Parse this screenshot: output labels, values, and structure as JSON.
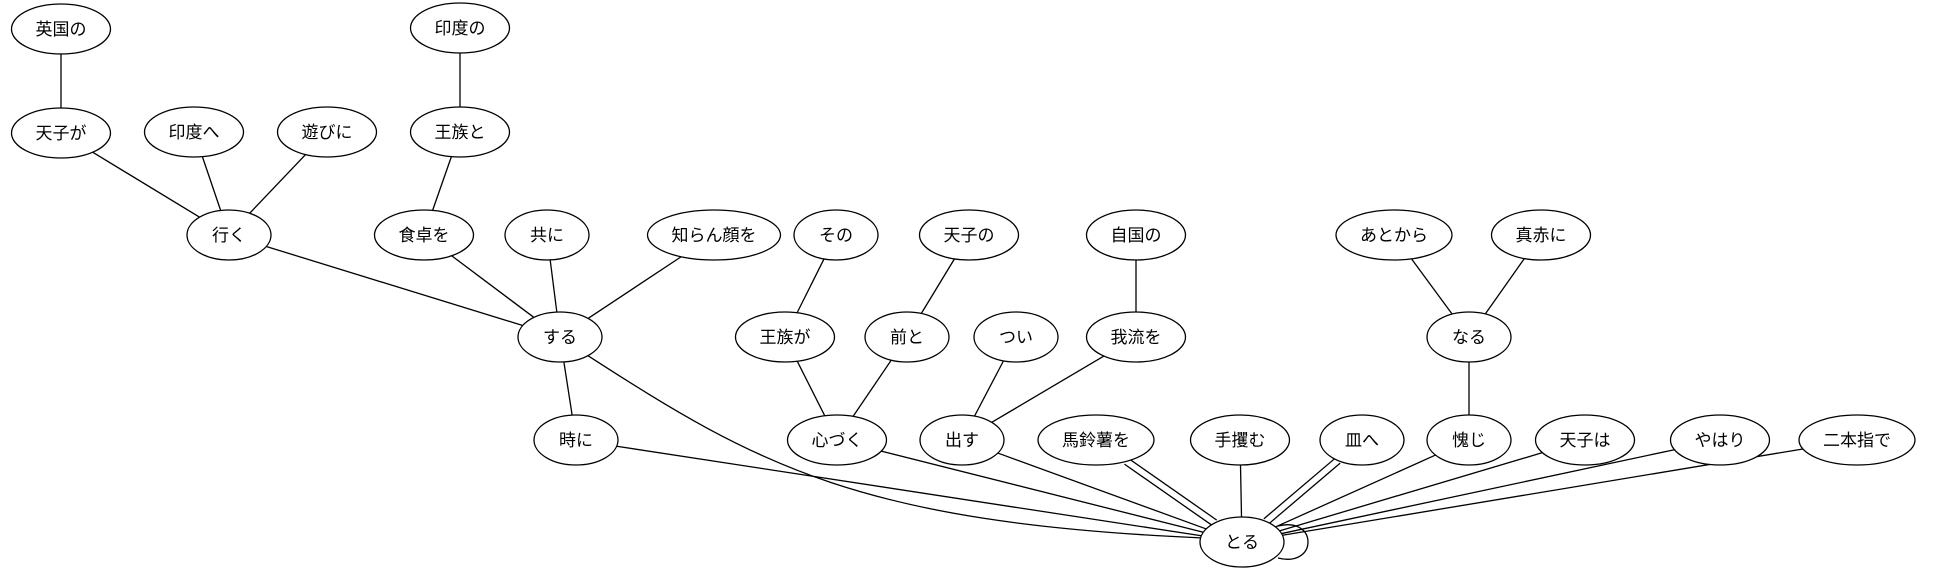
{
  "nodes": [
    {
      "id": "n_eikoku",
      "label": "英国の"
    },
    {
      "id": "n_indo_no_1",
      "label": "印度の"
    },
    {
      "id": "n_tenshi_ga",
      "label": "天子が"
    },
    {
      "id": "n_indo_e",
      "label": "印度へ"
    },
    {
      "id": "n_asobi",
      "label": "遊びに"
    },
    {
      "id": "n_outozoku_to",
      "label": "王族と"
    },
    {
      "id": "n_iku",
      "label": "行く"
    },
    {
      "id": "n_shokutaku",
      "label": "食卓を"
    },
    {
      "id": "n_tomo",
      "label": "共に"
    },
    {
      "id": "n_shiran",
      "label": "知らん顔を"
    },
    {
      "id": "n_sono",
      "label": "その"
    },
    {
      "id": "n_tenshi_no",
      "label": "天子の"
    },
    {
      "id": "n_jikoku",
      "label": "自国の"
    },
    {
      "id": "n_atokara",
      "label": "あとから"
    },
    {
      "id": "n_makka",
      "label": "真赤に"
    },
    {
      "id": "n_suru",
      "label": "する"
    },
    {
      "id": "n_outozoku_ga",
      "label": "王族が"
    },
    {
      "id": "n_mae",
      "label": "前と"
    },
    {
      "id": "n_tsui",
      "label": "つい"
    },
    {
      "id": "n_garyu",
      "label": "我流を"
    },
    {
      "id": "n_naru",
      "label": "なる"
    },
    {
      "id": "n_toki",
      "label": "時に"
    },
    {
      "id": "n_kokorozuku",
      "label": "心づく"
    },
    {
      "id": "n_dasu",
      "label": "出す"
    },
    {
      "id": "n_bareisho",
      "label": "馬鈴薯を"
    },
    {
      "id": "n_tezukamu",
      "label": "手攫む"
    },
    {
      "id": "n_sara",
      "label": "皿へ"
    },
    {
      "id": "n_hajiru",
      "label": "愧じ"
    },
    {
      "id": "n_tenshi_wa",
      "label": "天子は"
    },
    {
      "id": "n_yahari",
      "label": "やはり"
    },
    {
      "id": "n_nihon",
      "label": "二本指で"
    },
    {
      "id": "n_toru",
      "label": "とる"
    }
  ],
  "edges": [
    {
      "from": "n_eikoku",
      "to": "n_tenshi_ga"
    },
    {
      "from": "n_indo_no_1",
      "to": "n_outozoku_to"
    },
    {
      "from": "n_tenshi_ga",
      "to": "n_iku"
    },
    {
      "from": "n_indo_e",
      "to": "n_iku"
    },
    {
      "from": "n_asobi",
      "to": "n_iku"
    },
    {
      "from": "n_outozoku_to",
      "to": "n_shokutaku"
    },
    {
      "from": "n_iku",
      "to": "n_suru"
    },
    {
      "from": "n_shokutaku",
      "to": "n_suru"
    },
    {
      "from": "n_tomo",
      "to": "n_suru"
    },
    {
      "from": "n_shiran",
      "to": "n_suru"
    },
    {
      "from": "n_sono",
      "to": "n_outozoku_ga"
    },
    {
      "from": "n_tenshi_no",
      "to": "n_mae"
    },
    {
      "from": "n_jikoku",
      "to": "n_garyu"
    },
    {
      "from": "n_atokara",
      "to": "n_naru"
    },
    {
      "from": "n_makka",
      "to": "n_naru"
    },
    {
      "from": "n_suru",
      "to": "n_toki"
    },
    {
      "from": "n_suru",
      "to": "n_toru"
    },
    {
      "from": "n_outozoku_ga",
      "to": "n_kokorozuku"
    },
    {
      "from": "n_mae",
      "to": "n_kokorozuku"
    },
    {
      "from": "n_tsui",
      "to": "n_dasu"
    },
    {
      "from": "n_garyu",
      "to": "n_dasu"
    },
    {
      "from": "n_naru",
      "to": "n_hajiru"
    },
    {
      "from": "n_toki",
      "to": "n_toru"
    },
    {
      "from": "n_kokorozuku",
      "to": "n_toru"
    },
    {
      "from": "n_dasu",
      "to": "n_toru"
    },
    {
      "from": "n_bareisho",
      "to": "n_toru"
    },
    {
      "from": "n_bareisho",
      "to": "n_toru"
    },
    {
      "from": "n_tezukamu",
      "to": "n_toru"
    },
    {
      "from": "n_sara",
      "to": "n_toru"
    },
    {
      "from": "n_sara",
      "to": "n_toru"
    },
    {
      "from": "n_hajiru",
      "to": "n_toru"
    },
    {
      "from": "n_tenshi_wa",
      "to": "n_toru"
    },
    {
      "from": "n_yahari",
      "to": "n_toru"
    },
    {
      "from": "n_nihon",
      "to": "n_toru"
    },
    {
      "from": "n_toru",
      "to": "n_toru"
    }
  ]
}
